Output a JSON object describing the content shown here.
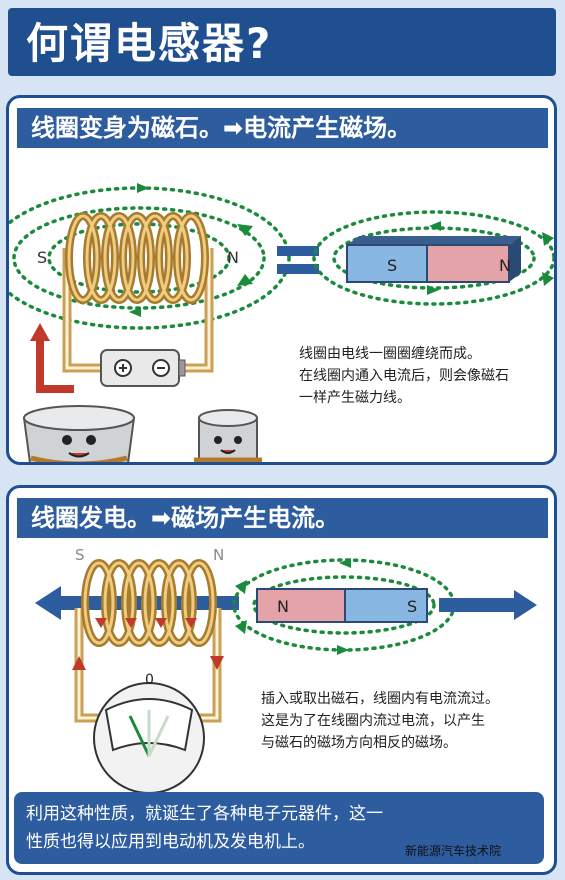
{
  "title": "何谓电感器?",
  "section1": {
    "header": "线圈变身为磁石。➡电流产生磁场。",
    "left_pole": "S",
    "right_pole": "N",
    "magnet_s": "S",
    "magnet_n": "N",
    "caption_lines": [
      "线圈由电线一圈圈缠绕而成。",
      "在线圈内通入电流后，则会像磁石",
      "一样产生磁力线。"
    ]
  },
  "section2": {
    "header": "线圈发电。➡磁场产生电流。",
    "left_pole": "S",
    "right_pole": "N",
    "magnet_n": "N",
    "magnet_s": "S",
    "meter_zero": "0",
    "caption_lines": [
      "插入或取出磁石，线圈内有电流流过。",
      "这是为了在线圈内流过电流，以产生",
      "与磁石的磁场方向相反的磁场。"
    ]
  },
  "bottom_text_lines": [
    "利用这种性质，就诞生了各种电子元器件，这一",
    "性质也得以应用到电动机及发电机上。"
  ],
  "watermark": "新能源汽车技术院"
}
